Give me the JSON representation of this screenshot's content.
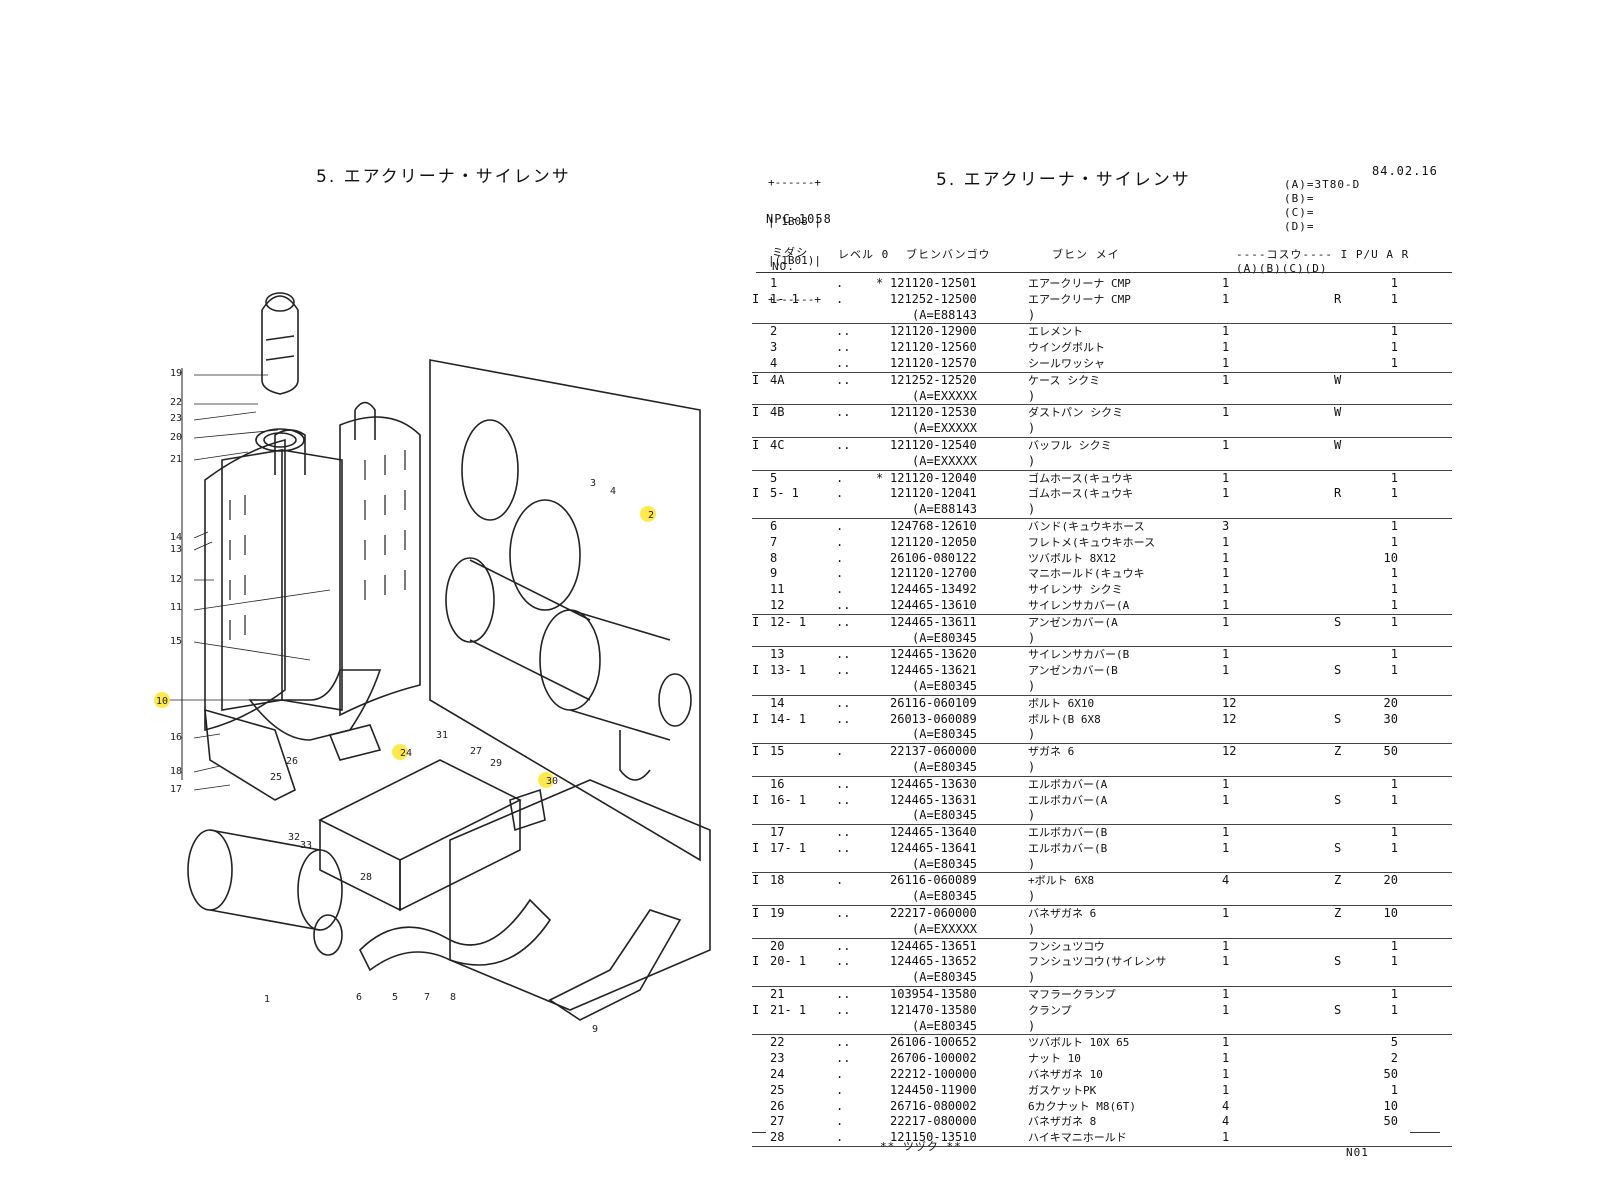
{
  "left_title": "5. エアクリーナ・サイレンサ",
  "right_header": {
    "code_box": [
      "+------+",
      "| 1B08 |",
      "|(1B01)|",
      "+------+"
    ],
    "npc": "NPC-1058",
    "title": "5. エアクリーナ・サイレンサ",
    "date": "84.02.16",
    "variants": [
      "(A)=3T80-D",
      "(B)=",
      "(C)=",
      "(D)="
    ]
  },
  "column_headers": {
    "no": "ミダシ\nNO.",
    "level": "レベル 0",
    "part_number": "ブヒンバンゴウ",
    "part_name": "ブヒン メイ",
    "qty": "----コスウ---- I P/U A R",
    "qty_sub": "(A)(B)(C)(D)"
  },
  "diagram_callouts": [
    "19",
    "22",
    "23",
    "20",
    "21",
    "14",
    "13",
    "12",
    "11",
    "15",
    "10",
    "16",
    "18",
    "17",
    "25",
    "26",
    "24",
    "32",
    "33",
    "31",
    "27",
    "29",
    "30",
    "28",
    "6",
    "5",
    "7",
    "8",
    "1",
    "9",
    "3",
    "4",
    "2"
  ],
  "highlighted_callouts": [
    "10",
    "24",
    "30",
    "2"
  ],
  "parts": [
    {
      "ind": "",
      "no": "1",
      "lv": ".",
      "star": "*",
      "pn": "121120-12501",
      "name": "エアークリーナ CMP",
      "qty": "1",
      "ic": "",
      "pu": "1",
      "ul": false
    },
    {
      "ind": "I",
      "no": "1- 1",
      "lv": ".",
      "star": "",
      "pn": "121252-12500",
      "name": "エアークリーナ CMP",
      "qty": "1",
      "ic": "R",
      "pu": "1",
      "ul": false
    },
    {
      "note": "(A=E88143",
      "close": ")",
      "ul": true
    },
    {
      "ind": "",
      "no": "2",
      "lv": "..",
      "star": "",
      "pn": "121120-12900",
      "name": "エレメント",
      "qty": "1",
      "ic": "",
      "pu": "1",
      "ul": false
    },
    {
      "ind": "",
      "no": "3",
      "lv": "..",
      "star": "",
      "pn": "121120-12560",
      "name": "ウイングボルト",
      "qty": "1",
      "ic": "",
      "pu": "1",
      "ul": false
    },
    {
      "ind": "",
      "no": "4",
      "lv": "..",
      "star": "",
      "pn": "121120-12570",
      "name": "シールワッシャ",
      "qty": "1",
      "ic": "",
      "pu": "1",
      "ul": true
    },
    {
      "ind": "I",
      "no": "4A",
      "lv": "..",
      "star": "",
      "pn": "121252-12520",
      "name": "ケース シクミ",
      "qty": "1",
      "ic": "W",
      "pu": "",
      "ul": false
    },
    {
      "note": "(A=EXXXXX",
      "close": ")",
      "ul": true
    },
    {
      "ind": "I",
      "no": "4B",
      "lv": "..",
      "star": "",
      "pn": "121120-12530",
      "name": "ダストパン シクミ",
      "qty": "1",
      "ic": "W",
      "pu": "",
      "ul": false
    },
    {
      "note": "(A=EXXXXX",
      "close": ")",
      "ul": true
    },
    {
      "ind": "I",
      "no": "4C",
      "lv": "..",
      "star": "",
      "pn": "121120-12540",
      "name": "バッフル シクミ",
      "qty": "1",
      "ic": "W",
      "pu": "",
      "ul": false
    },
    {
      "note": "(A=EXXXXX",
      "close": ")",
      "ul": true
    },
    {
      "ind": "",
      "no": "5",
      "lv": ".",
      "star": "*",
      "pn": "121120-12040",
      "name": "ゴムホース(キュウキ",
      "qty": "1",
      "ic": "",
      "pu": "1",
      "ul": false
    },
    {
      "ind": "I",
      "no": "5- 1",
      "lv": ".",
      "star": "",
      "pn": "121120-12041",
      "name": "ゴムホース(キュウキ",
      "qty": "1",
      "ic": "R",
      "pu": "1",
      "ul": false
    },
    {
      "note": "(A=E88143",
      "close": ")",
      "ul": true
    },
    {
      "ind": "",
      "no": "6",
      "lv": ".",
      "star": "",
      "pn": "124768-12610",
      "name": "バンド(キュウキホース",
      "qty": "3",
      "ic": "",
      "pu": "1",
      "ul": false
    },
    {
      "ind": "",
      "no": "7",
      "lv": ".",
      "star": "",
      "pn": "121120-12050",
      "name": "フレトメ(キュウキホース",
      "qty": "1",
      "ic": "",
      "pu": "1",
      "ul": false
    },
    {
      "ind": "",
      "no": "8",
      "lv": ".",
      "star": "",
      "pn": "26106-080122",
      "name": "ツバボルト 8X12",
      "qty": "1",
      "ic": "",
      "pu": "10",
      "ul": false
    },
    {
      "ind": "",
      "no": "9",
      "lv": ".",
      "star": "",
      "pn": "121120-12700",
      "name": "マニホールド(キュウキ",
      "qty": "1",
      "ic": "",
      "pu": "1",
      "ul": false
    },
    {
      "ind": "",
      "no": "11",
      "lv": ".",
      "star": "",
      "pn": "124465-13492",
      "name": "サイレンサ シクミ",
      "qty": "1",
      "ic": "",
      "pu": "1",
      "ul": false
    },
    {
      "ind": "",
      "no": "12",
      "lv": "..",
      "star": "",
      "pn": "124465-13610",
      "name": "サイレンサカバー(A",
      "qty": "1",
      "ic": "",
      "pu": "1",
      "ul": true
    },
    {
      "ind": "I",
      "no": "12- 1",
      "lv": "..",
      "star": "",
      "pn": "124465-13611",
      "name": "アンゼンカバー(A",
      "qty": "1",
      "ic": "S",
      "pu": "1",
      "ul": false
    },
    {
      "note": "(A=E80345",
      "close": ")",
      "ul": true
    },
    {
      "ind": "",
      "no": "13",
      "lv": "..",
      "star": "",
      "pn": "124465-13620",
      "name": "サイレンサカバー(B",
      "qty": "1",
      "ic": "",
      "pu": "1",
      "ul": false
    },
    {
      "ind": "I",
      "no": "13- 1",
      "lv": "..",
      "star": "",
      "pn": "124465-13621",
      "name": "アンゼンカバー(B",
      "qty": "1",
      "ic": "S",
      "pu": "1",
      "ul": false
    },
    {
      "note": "(A=E80345",
      "close": ")",
      "ul": true
    },
    {
      "ind": "",
      "no": "14",
      "lv": "..",
      "star": "",
      "pn": "26116-060109",
      "name": "ボルト 6X10",
      "qty": "12",
      "ic": "",
      "pu": "20",
      "ul": false
    },
    {
      "ind": "I",
      "no": "14- 1",
      "lv": "..",
      "star": "",
      "pn": "26013-060089",
      "name": "ボルト(B 6X8",
      "qty": "12",
      "ic": "S",
      "pu": "30",
      "ul": false
    },
    {
      "note": "(A=E80345",
      "close": ")",
      "ul": true
    },
    {
      "ind": "I",
      "no": "15",
      "lv": ".",
      "star": "",
      "pn": "22137-060000",
      "name": "ザガネ 6",
      "qty": "12",
      "ic": "Z",
      "pu": "50",
      "ul": false
    },
    {
      "note": "(A=E80345",
      "close": ")",
      "ul": true
    },
    {
      "ind": "",
      "no": "16",
      "lv": "..",
      "star": "",
      "pn": "124465-13630",
      "name": "エルボカバー(A",
      "qty": "1",
      "ic": "",
      "pu": "1",
      "ul": false
    },
    {
      "ind": "I",
      "no": "16- 1",
      "lv": "..",
      "star": "",
      "pn": "124465-13631",
      "name": "エルボカバー(A",
      "qty": "1",
      "ic": "S",
      "pu": "1",
      "ul": false
    },
    {
      "note": "(A=E80345",
      "close": ")",
      "ul": true
    },
    {
      "ind": "",
      "no": "17",
      "lv": "..",
      "star": "",
      "pn": "124465-13640",
      "name": "エルボカバー(B",
      "qty": "1",
      "ic": "",
      "pu": "1",
      "ul": false
    },
    {
      "ind": "I",
      "no": "17- 1",
      "lv": "..",
      "star": "",
      "pn": "124465-13641",
      "name": "エルボカバー(B",
      "qty": "1",
      "ic": "S",
      "pu": "1",
      "ul": false
    },
    {
      "note": "(A=E80345",
      "close": ")",
      "ul": true
    },
    {
      "ind": "I",
      "no": "18",
      "lv": ".",
      "star": "",
      "pn": "26116-060089",
      "name": "+ボルト 6X8",
      "qty": "4",
      "ic": "Z",
      "pu": "20",
      "ul": false
    },
    {
      "note": "(A=E80345",
      "close": ")",
      "ul": true
    },
    {
      "ind": "I",
      "no": "19",
      "lv": "..",
      "star": "",
      "pn": "22217-060000",
      "name": "バネザガネ 6",
      "qty": "1",
      "ic": "Z",
      "pu": "10",
      "ul": false
    },
    {
      "note": "(A=EXXXXX",
      "close": ")",
      "ul": true
    },
    {
      "ind": "",
      "no": "20",
      "lv": "..",
      "star": "",
      "pn": "124465-13651",
      "name": "フンシュツコウ",
      "qty": "1",
      "ic": "",
      "pu": "1",
      "ul": false
    },
    {
      "ind": "I",
      "no": "20- 1",
      "lv": "..",
      "star": "",
      "pn": "124465-13652",
      "name": "フンシュツコウ(サイレンサ",
      "qty": "1",
      "ic": "S",
      "pu": "1",
      "ul": false
    },
    {
      "note": "(A=E80345",
      "close": ")",
      "ul": true
    },
    {
      "ind": "",
      "no": "21",
      "lv": "..",
      "star": "",
      "pn": "103954-13580",
      "name": "マフラークランプ",
      "qty": "1",
      "ic": "",
      "pu": "1",
      "ul": false
    },
    {
      "ind": "I",
      "no": "21- 1",
      "lv": "..",
      "star": "",
      "pn": "121470-13580",
      "name": "クランプ",
      "qty": "1",
      "ic": "S",
      "pu": "1",
      "ul": false
    },
    {
      "note": "(A=E80345",
      "close": ")",
      "ul": true
    },
    {
      "ind": "",
      "no": "22",
      "lv": "..",
      "star": "",
      "pn": "26106-100652",
      "name": "ツバボルト 10X 65",
      "qty": "1",
      "ic": "",
      "pu": "5",
      "ul": false
    },
    {
      "ind": "",
      "no": "23",
      "lv": "..",
      "star": "",
      "pn": "26706-100002",
      "name": "ナット 10",
      "qty": "1",
      "ic": "",
      "pu": "2",
      "ul": false
    },
    {
      "ind": "",
      "no": "24",
      "lv": ".",
      "star": "",
      "pn": "22212-100000",
      "name": "バネザガネ 10",
      "qty": "1",
      "ic": "",
      "pu": "50",
      "ul": false
    },
    {
      "ind": "",
      "no": "25",
      "lv": ".",
      "star": "",
      "pn": "124450-11900",
      "name": "ガスケットPK",
      "qty": "1",
      "ic": "",
      "pu": "1",
      "ul": false
    },
    {
      "ind": "",
      "no": "26",
      "lv": ".",
      "star": "",
      "pn": "26716-080002",
      "name": "6カクナット M8(6T)",
      "qty": "4",
      "ic": "",
      "pu": "10",
      "ul": false
    },
    {
      "ind": "",
      "no": "27",
      "lv": ".",
      "star": "",
      "pn": "22217-080000",
      "name": "バネザガネ 8",
      "qty": "4",
      "ic": "",
      "pu": "50",
      "ul": false
    },
    {
      "ind": "",
      "no": "28",
      "lv": ".",
      "star": "",
      "pn": "121150-13510",
      "name": "ハイキマニホールド",
      "qty": "1",
      "ic": "",
      "pu": "",
      "ul": true
    }
  ],
  "footer_continued": "** ツヅク **",
  "footer_page": "N01"
}
